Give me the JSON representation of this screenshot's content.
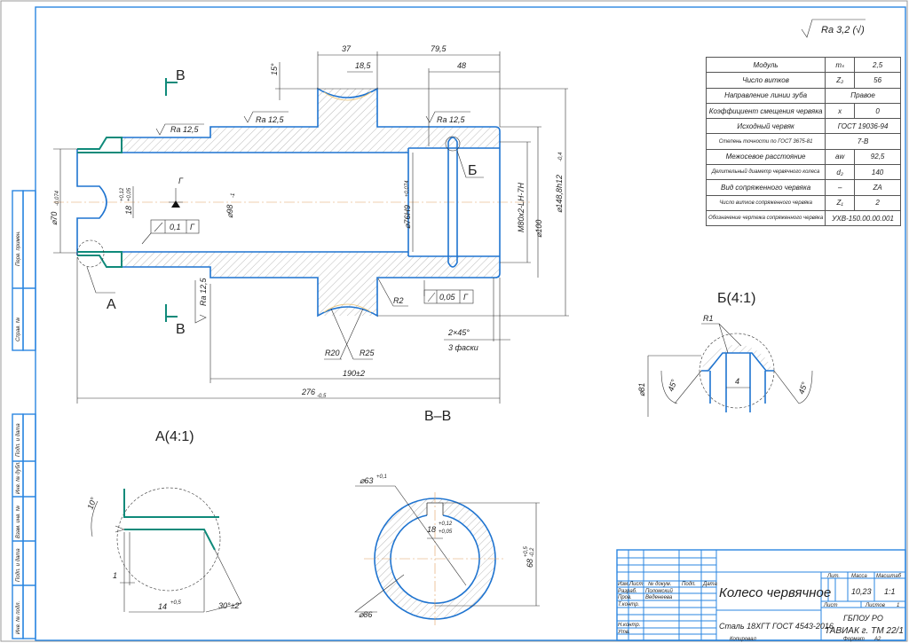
{
  "sheet": {
    "general_roughness": "Ra 3,2 (√)",
    "copied_label": "Копировал",
    "format_label": "Формат",
    "format_value": "A2"
  },
  "views": {
    "section_title": "В–В",
    "detail_a_title": "A(4:1)",
    "detail_b_title": "Б(4:1)",
    "cut_label_top": "В",
    "cut_label_bottom": "В",
    "ref_a": "А",
    "ref_b": "Б",
    "datum": "Г"
  },
  "main_dims": {
    "d37": "37",
    "d79_5": "79,5",
    "d18_5": "18,5",
    "d48": "48",
    "angle15": "15°",
    "ra1": "Ra 12,5",
    "ra2": "Ra 12,5",
    "ra3": "Ra 12,5",
    "ra4": "Ra 12,5",
    "dia70": "⌀70",
    "dia70_tol": "-0,074",
    "key18": "18",
    "key18_tol_up": "+0,12",
    "key18_tol_low": "+0,05",
    "dia98": "⌀98",
    "dia98_tol": "-1",
    "dia76": "⌀76H9",
    "dia76_tol": "+0,074",
    "thread": "M80x2-LH-7H",
    "dia100": "⌀100",
    "dia148": "⌀148,8h12",
    "dia148_tol": "-0,4",
    "runout1_value": "0,1",
    "runout1_datum": "Г",
    "runout2_value": "0,05",
    "runout2_datum": "Г",
    "r2": "R2",
    "r20": "R20",
    "r25": "R25",
    "chamfer": "2×45°",
    "chamfer_note": "3 фаски",
    "len190": "190±2",
    "len276": "276",
    "len276_tol": "-0,5"
  },
  "detail_a": {
    "angle10": "10°",
    "d1": "1",
    "d14": "14",
    "d14_tol": "+0,5",
    "angle30": "30°±2'"
  },
  "section_bb": {
    "dia63": "⌀63",
    "dia63_tol": "+0,1",
    "key18": "18",
    "key18_tol_up": "+0,12",
    "key18_tol_low": "+0,05",
    "d68": "68",
    "d68_tol_up": "+0,5",
    "d68_tol_low": "-0,2",
    "dia86": "⌀86"
  },
  "detail_b": {
    "r1": "R1",
    "d4": "4",
    "dia81": "⌀81",
    "angle_left": "45°",
    "angle_right": "45°"
  },
  "params_table": {
    "rows": [
      {
        "label": "Модуль",
        "symbol": "mₛ",
        "value": "2,5"
      },
      {
        "label": "Число витков",
        "symbol": "Z₂",
        "value": "56"
      },
      {
        "label": "Направление линии зуба",
        "symbol": "",
        "value": "Правое"
      },
      {
        "label": "Коэффициент смещения червяка",
        "symbol": "x",
        "value": "0"
      },
      {
        "label": "Исходный червяк",
        "symbol": "",
        "value": "ГОСТ 19036-94"
      },
      {
        "label": "Степень точности по ГОСТ 3675-81",
        "symbol": "",
        "value": "7-B"
      },
      {
        "label": "Межосевое расстояние",
        "symbol": "aw",
        "value": "92,5"
      },
      {
        "label": "Делительный диаметр червячного колеса",
        "symbol": "d₂",
        "value": "140"
      },
      {
        "label": "Вид сопряженного червяка",
        "symbol": "–",
        "value": "ZA"
      },
      {
        "label": "Число витков сопряженного червяка",
        "symbol": "Z₁",
        "value": "2"
      },
      {
        "label": "Обозначение чертежа сопряженного червяка",
        "symbol": "",
        "value": "УХВ-150.00.00.001"
      }
    ]
  },
  "title_block": {
    "col_izm": "Изм.",
    "col_list": "Лист",
    "col_doc": "№ докум.",
    "col_sign": "Подп.",
    "col_date": "Дата",
    "role_dev": "Разраб.",
    "name_dev": "Поломский",
    "role_check": "Пров.",
    "name_check": "Веденеева",
    "role_tcontr": "Т.контр.",
    "role_ncontr": "Н.контр.",
    "role_appr": "Утв.",
    "part_name": "Колесо червячное",
    "material": "Сталь 18ХГТ ГОСТ 4543-2016",
    "lit_label": "Лит.",
    "mass_label": "Масса",
    "scale_label": "Масштаб",
    "mass_value": "10,23",
    "scale_value": "1:1",
    "sheet_label": "Лист",
    "sheets_label": "Листов",
    "sheets_value": "1",
    "org_line1": "ГБПОУ РО",
    "org_line2": "ТАВИАК г. ТМ 22/1"
  },
  "side_stamp": {
    "first_use": "Перв. примен.",
    "ref_no": "Справ. №",
    "sign_date1": "Подп. и дата",
    "replaced_inv": "Взам. инв. №",
    "dup_inv": "Инв. № дубл.",
    "sign_date2": "Подп. и дата",
    "orig_inv": "Инв. № подл."
  }
}
